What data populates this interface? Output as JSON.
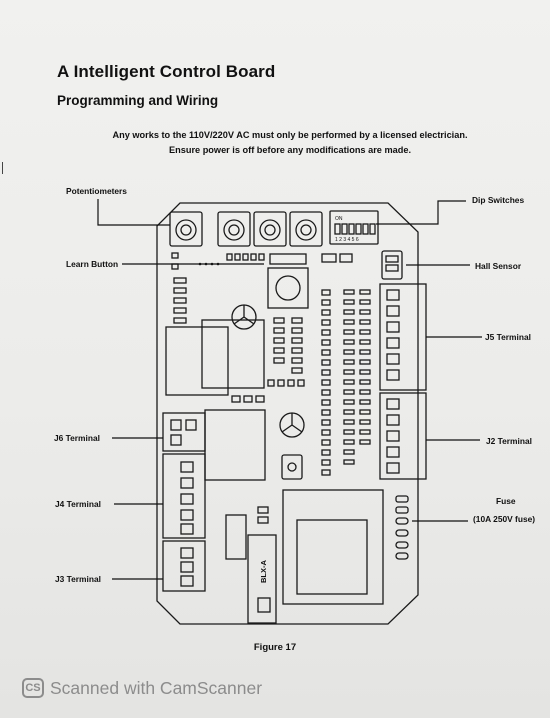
{
  "document": {
    "title": "A Intelligent Control Board",
    "subtitle": "Programming and Wiring",
    "warning_line1": "Any works to the 110V/220V AC must only be performed by a licensed electrician.",
    "warning_line2": "Ensure power is off before any modifications are made.",
    "caption": "Figure 17"
  },
  "labels": {
    "potentiometers": "Potentiometers",
    "dip_switches": "Dip Switches",
    "learn_button": "Learn Button",
    "hall_sensor": "Hall Sensor",
    "j5_terminal": "J5 Terminal",
    "j6_terminal": "J6 Terminal",
    "j2_terminal": "J2 Terminal",
    "j4_terminal": "J4 Terminal",
    "fuse_line1": "Fuse",
    "fuse_line2": "(10A 250V fuse)",
    "j3_terminal": "J3 Terminal"
  },
  "board": {
    "relay_label": "BLX-A",
    "dip_on_label": "ON",
    "dip_numbers": "1 2 3 4 5 6"
  },
  "watermark": {
    "logo": "CS",
    "text": "Scanned with CamScanner"
  }
}
